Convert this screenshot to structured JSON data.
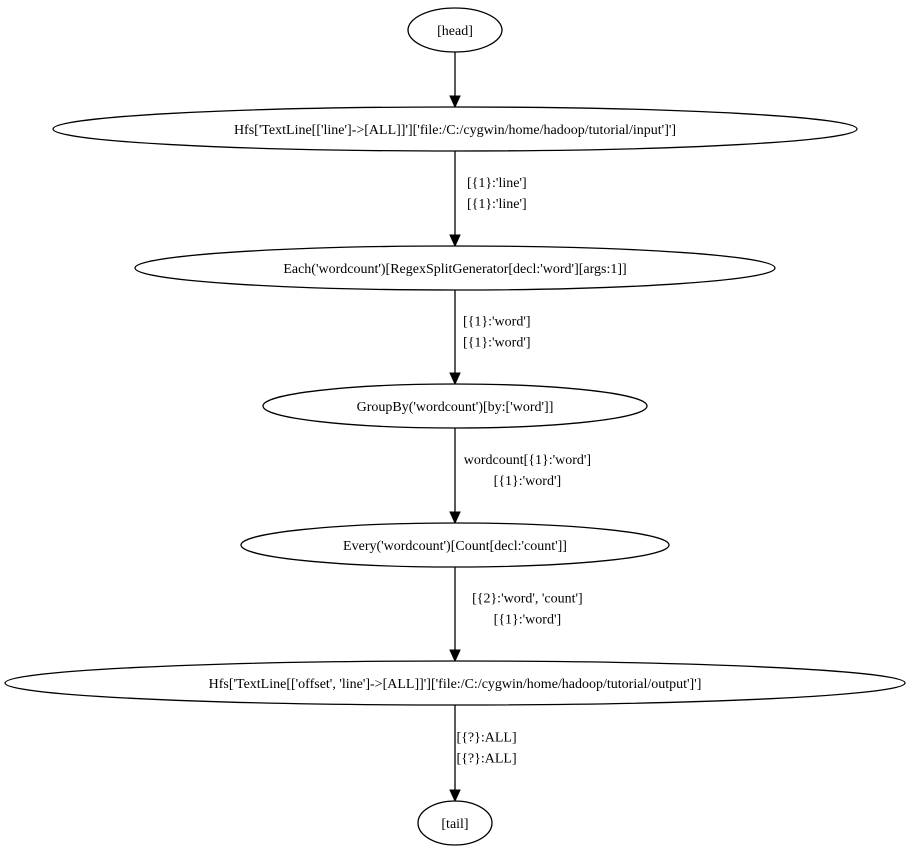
{
  "nodes": [
    {
      "id": "head",
      "label": "[head]"
    },
    {
      "id": "source",
      "label": "Hfs['TextLine[['line']->[ALL]]']['file:/C:/cygwin/home/hadoop/tutorial/input']']"
    },
    {
      "id": "each",
      "label": "Each('wordcount')[RegexSplitGenerator[decl:'word'][args:1]]"
    },
    {
      "id": "groupby",
      "label": "GroupBy('wordcount')[by:['word']]"
    },
    {
      "id": "every",
      "label": "Every('wordcount')[Count[decl:'count']]"
    },
    {
      "id": "sink",
      "label": "Hfs['TextLine[['offset', 'line']->[ALL]]']['file:/C:/cygwin/home/hadoop/tutorial/output']']"
    },
    {
      "id": "tail",
      "label": "[tail]"
    }
  ],
  "edges": [
    {
      "from": "head",
      "to": "source",
      "labels": []
    },
    {
      "from": "source",
      "to": "each",
      "labels": [
        "[{1}:'line']",
        "[{1}:'line']"
      ]
    },
    {
      "from": "each",
      "to": "groupby",
      "labels": [
        "[{1}:'word']",
        "[{1}:'word']"
      ]
    },
    {
      "from": "groupby",
      "to": "every",
      "labels": [
        "wordcount[{1}:'word']",
        "[{1}:'word']"
      ]
    },
    {
      "from": "every",
      "to": "sink",
      "labels": [
        "[{2}:'word', 'count']",
        "[{1}:'word']"
      ]
    },
    {
      "from": "sink",
      "to": "tail",
      "labels": [
        "[{?}:ALL]",
        "[{?}:ALL]"
      ]
    }
  ]
}
